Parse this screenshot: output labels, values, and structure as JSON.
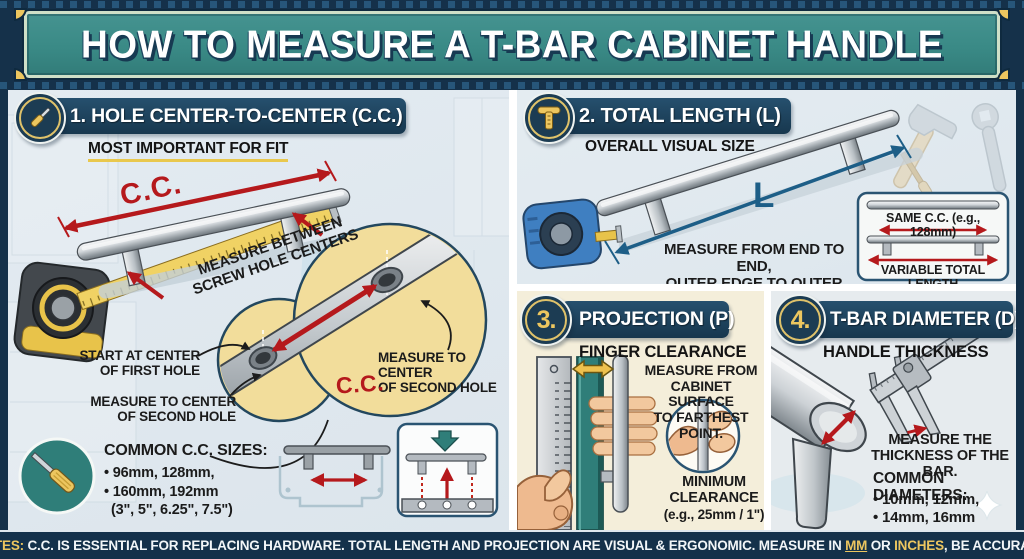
{
  "title": "HOW TO MEASURE A T-BAR CABINET HANDLE",
  "colors": {
    "navy": "#17374e",
    "teal": "#3a8a86",
    "gold": "#ecc65f",
    "red": "#b5191c",
    "blue": "#1d5e87",
    "cream_panel": "#f4eeda",
    "blue_panel": "#dfe7ee",
    "tape_yellow": "#f0d264"
  },
  "panels": {
    "cc": {
      "heading": "1. HOLE CENTER-TO-CENTER (C.C.)",
      "subtitle": "MOST IMPORTANT FOR FIT",
      "icon": "screwdriver-icon",
      "dim_label": "C.C.",
      "tape_note": "MEASURE BETWEEN\nSCREW HOLE CENTERS",
      "callout_first_hole": "START AT CENTER\nOF FIRST HOLE",
      "callout_second_hole_left": "MEASURE TO CENTER\nOF SECOND HOLE",
      "callout_second_hole_right": "MEASURE TO CENTER\nOF SECOND HOLE",
      "dim_label_2": "C.C.",
      "sizes_title": "COMMON C.C. SIZES:",
      "sizes_line1": "• 96mm, 128mm,",
      "sizes_line2": "• 160mm, 192mm",
      "sizes_line3": "(3\", 5\", 6.25\", 7.5\")"
    },
    "length": {
      "heading": "2. TOTAL LENGTH (L)",
      "subtitle": "OVERALL VISUAL SIZE",
      "icon": "t-bar-icon",
      "dim_label": "L",
      "note": "MEASURE FROM END TO END,\nOUTER EDGE TO OUTER EDGE.",
      "inset_top_label": "SAME C.C. (e.g., 128mm)",
      "inset_bottom_label": "VARIABLE TOTAL LENGTH"
    },
    "projection": {
      "number": "3.",
      "heading": "PROJECTION (P)",
      "subtitle": "FINGER CLEARANCE",
      "note": "MEASURE FROM\nCABINET SURFACE\nTO FARTHEST POINT.",
      "clearance_label": "MINIMUM\nCLEARANCE",
      "clearance_example": "(e.g., 25mm / 1\")"
    },
    "diameter": {
      "number": "4.",
      "heading": "T-BAR DIAMETER (D)",
      "subtitle": "HANDLE THICKNESS",
      "note": "MEASURE THE\nTHICKNESS OF THE BAR.",
      "diameters_title": "COMMON DIAMETERS:",
      "diameters_line1": "• 10mm, 12mm,",
      "diameters_line2": "• 14mm, 16mm"
    }
  },
  "footer": {
    "prefix": "NOTES:",
    "body": " C.C. IS ESSENTIAL FOR REPLACING HARDWARE. TOTAL LENGTH AND PROJECTION ARE VISUAL & ERGONOMIC. MEASURE IN ",
    "unit_mm": "MM",
    "conjunction": " OR ",
    "unit_inches": "INCHES",
    "suffix": ", BE ACCURATE!"
  }
}
